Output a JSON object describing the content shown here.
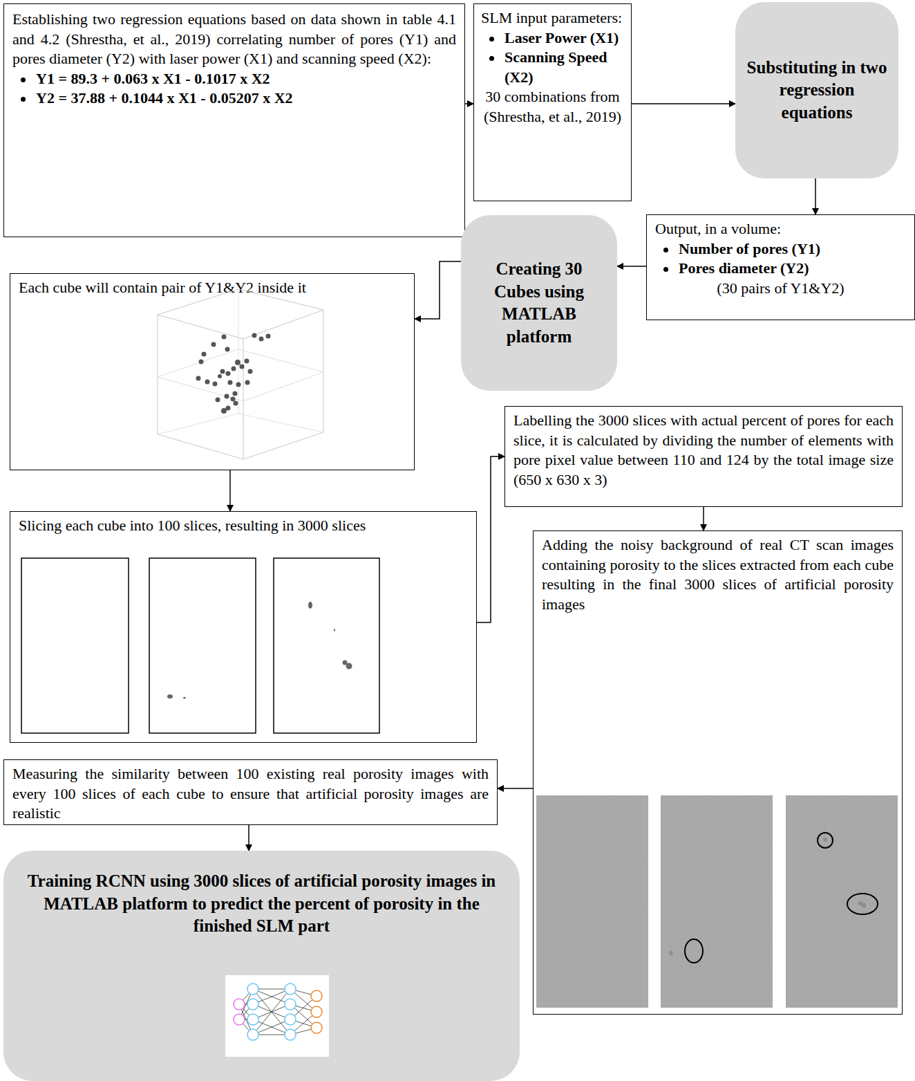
{
  "diagram": {
    "nodes": [
      {
        "text": [
          "Establishing two regression equations based on data shown in table 4.1 and 4.2 (Shrestha, et al., 2019) correlating number of pores (Y1) and pores diameter (Y2) with laser power (X1) and scanning speed (X2):",
          "Y1 = 89.3 + 0.063 x X1 - 0.1017 x X2",
          "Y2 = 37.88 + 0.1044 x X1 - 0.05207 x X2"
        ]
      },
      {
        "text": [
          "SLM input parameters:",
          "Laser Power (X1)",
          "Scanning Speed (X2)",
          "30 combinations from (Shrestha, et al., 2019)"
        ]
      },
      {
        "text": [
          "Substituting in two regression equations"
        ]
      },
      {
        "text": [
          "Output, in a volume:",
          "Number of pores (Y1)",
          "Pores diameter (Y2)",
          "(30 pairs of Y1&Y2)"
        ]
      },
      {
        "text": [
          "Creating 30 Cubes using MATLAB platform"
        ]
      },
      {
        "text": [
          "Each cube will contain pair of Y1&Y2 inside it"
        ]
      },
      {
        "text": [
          "Slicing each cube into 100 slices, resulting in 3000 slices"
        ]
      },
      {
        "text": [
          "Labelling the 3000 slices with actual percent of pores for each slice, it is calculated by dividing the number of elements with pore pixel value between 110 and 124 by the total image size (650 x 630 x 3)"
        ]
      },
      {
        "text": [
          "Adding the noisy background of real CT scan images containing porosity to the slices extracted from each cube resulting in the final 3000 slices of artificial porosity images"
        ]
      },
      {
        "text": [
          "Measuring the similarity between 100 existing real porosity images with every 100 slices of each cube to ensure that artificial porosity images are realistic"
        ]
      },
      {
        "text": [
          "Training RCNN using 3000 slices of artificial porosity images in MATLAB platform to predict the percent of porosity in the finished SLM part"
        ]
      }
    ],
    "edges": [
      {
        "from": 0,
        "to": 1,
        "arrow": "to"
      },
      {
        "from": 1,
        "to": 2,
        "arrow": "to"
      },
      {
        "from": 2,
        "to": 3,
        "arrow": "to"
      },
      {
        "from": 3,
        "to": 4,
        "arrow": "to"
      },
      {
        "from": 4,
        "to": 5,
        "arrow": "to"
      },
      {
        "from": 5,
        "to": 6,
        "arrow": "to"
      },
      {
        "from": 6,
        "to": 7,
        "arrow": "to"
      },
      {
        "from": 7,
        "to": 8,
        "arrow": "to"
      },
      {
        "from": 8,
        "to": 9,
        "arrow": "to"
      },
      {
        "from": 9,
        "to": 10,
        "arrow": "to"
      }
    ]
  }
}
